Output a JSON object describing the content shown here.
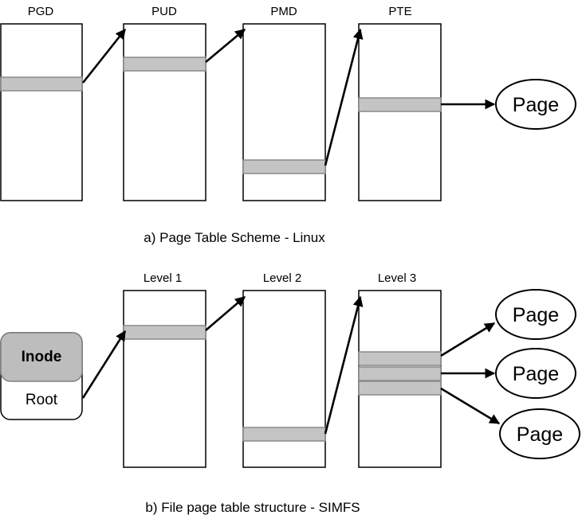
{
  "diagram_a": {
    "caption": "a) Page Table Scheme - Linux",
    "levels": [
      "PGD",
      "PUD",
      "PMD",
      "PTE"
    ],
    "target": "Page"
  },
  "diagram_b": {
    "caption": "b) File page table structure - SIMFS",
    "levels": [
      "Level 1",
      "Level 2",
      "Level 3"
    ],
    "root_node": {
      "title": "Inode",
      "subtitle": "Root"
    },
    "targets": [
      "Page",
      "Page",
      "Page"
    ]
  },
  "colors": {
    "entry_fill": "#c4c4c4",
    "entry_stroke": "#8a8a8a",
    "inode_fill": "#bdbdbd",
    "outline": "#000000"
  }
}
